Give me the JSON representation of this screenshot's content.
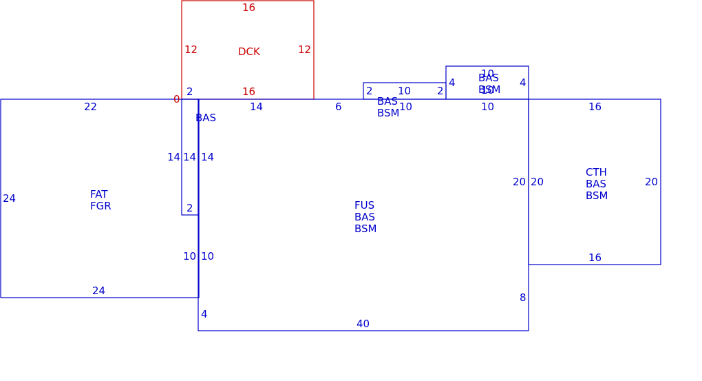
{
  "colors": {
    "structure": "#0000cc",
    "deck": "#cc0000",
    "background": "#ffffff"
  },
  "areas": {
    "deck": {
      "code": "DCK"
    },
    "garage": {
      "line1": "FAT",
      "line2": "FGR"
    },
    "main": {
      "line1": "FUS",
      "line2": "BAS",
      "line3": "BSM"
    },
    "right_wing": {
      "line1": "CTH",
      "line2": "BAS",
      "line3": "BSM"
    },
    "strip": {
      "code": "BAS"
    },
    "bump_small": {
      "line1": "BAS",
      "line2": "BSM"
    },
    "bump_top": {
      "line1": "BAS",
      "line2": "BSM"
    }
  },
  "dimensions": {
    "deck_top": "16",
    "deck_left": "12",
    "deck_right": "12",
    "deck_bottom": "16",
    "deck_corner": "0",
    "garage_top": "22",
    "garage_left": "24",
    "garage_bottom": "24",
    "garage_right_upper": "14",
    "garage_right_lower": "10",
    "strip_top": "2",
    "strip_left": "14",
    "strip_right": "14",
    "strip_bottom": "2",
    "main_top_a": "14",
    "main_top_b": "6",
    "main_left_lower": "10",
    "main_left_bottom": "4",
    "main_bottom": "40",
    "main_right_upper": "20",
    "main_right_lower": "8",
    "bump_small_left": "2",
    "bump_small_top": "10",
    "bump_small_bottom": "10",
    "bump_small_right": "2",
    "bump_top_top": "10",
    "bump_top_left": "4",
    "bump_top_right": "4",
    "bump_top_inner": "10",
    "bump_top_bottom": "10",
    "wing_top": "16",
    "wing_left": "20",
    "wing_right": "20",
    "wing_bottom": "16"
  }
}
